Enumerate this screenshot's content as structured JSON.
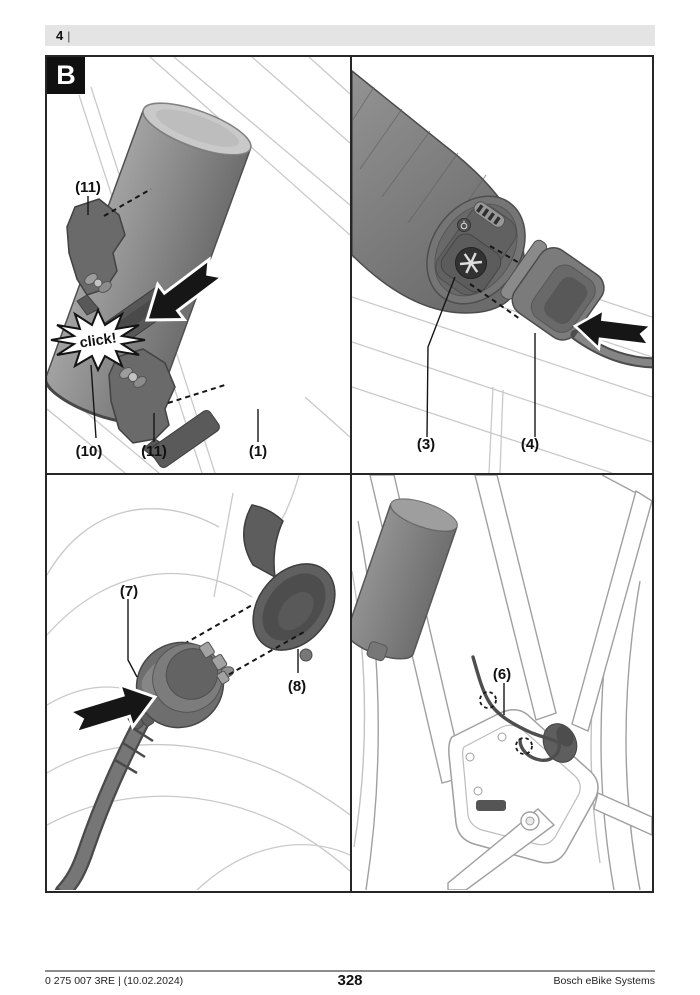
{
  "header": {
    "page_number": "4",
    "separator": "|"
  },
  "figure": {
    "label": "B",
    "panel_battery_mount": {
      "callout_bracket_top": "(11)",
      "callout_rail": "(10)",
      "callout_bracket_bottom": "(11)",
      "callout_battery": "(1)",
      "click_annotation": "click!"
    },
    "panel_charge_socket": {
      "callout_socket": "(3)",
      "callout_charge_plug": "(4)"
    },
    "panel_charge_port": {
      "callout_plug": "(7)",
      "callout_port_cover": "(8)"
    },
    "panel_cable_routing": {
      "callout_cable": "(6)"
    }
  },
  "footer": {
    "document_number": "0 275 007 3RE | (10.02.2024)",
    "page_number": "328",
    "brand": "Bosch eBike Systems"
  },
  "colors": {
    "header_bar": "#e4e4e4",
    "figure_border": "#262626",
    "arrow_fill": "#161616",
    "battery_gray": "#8a8a8a"
  }
}
